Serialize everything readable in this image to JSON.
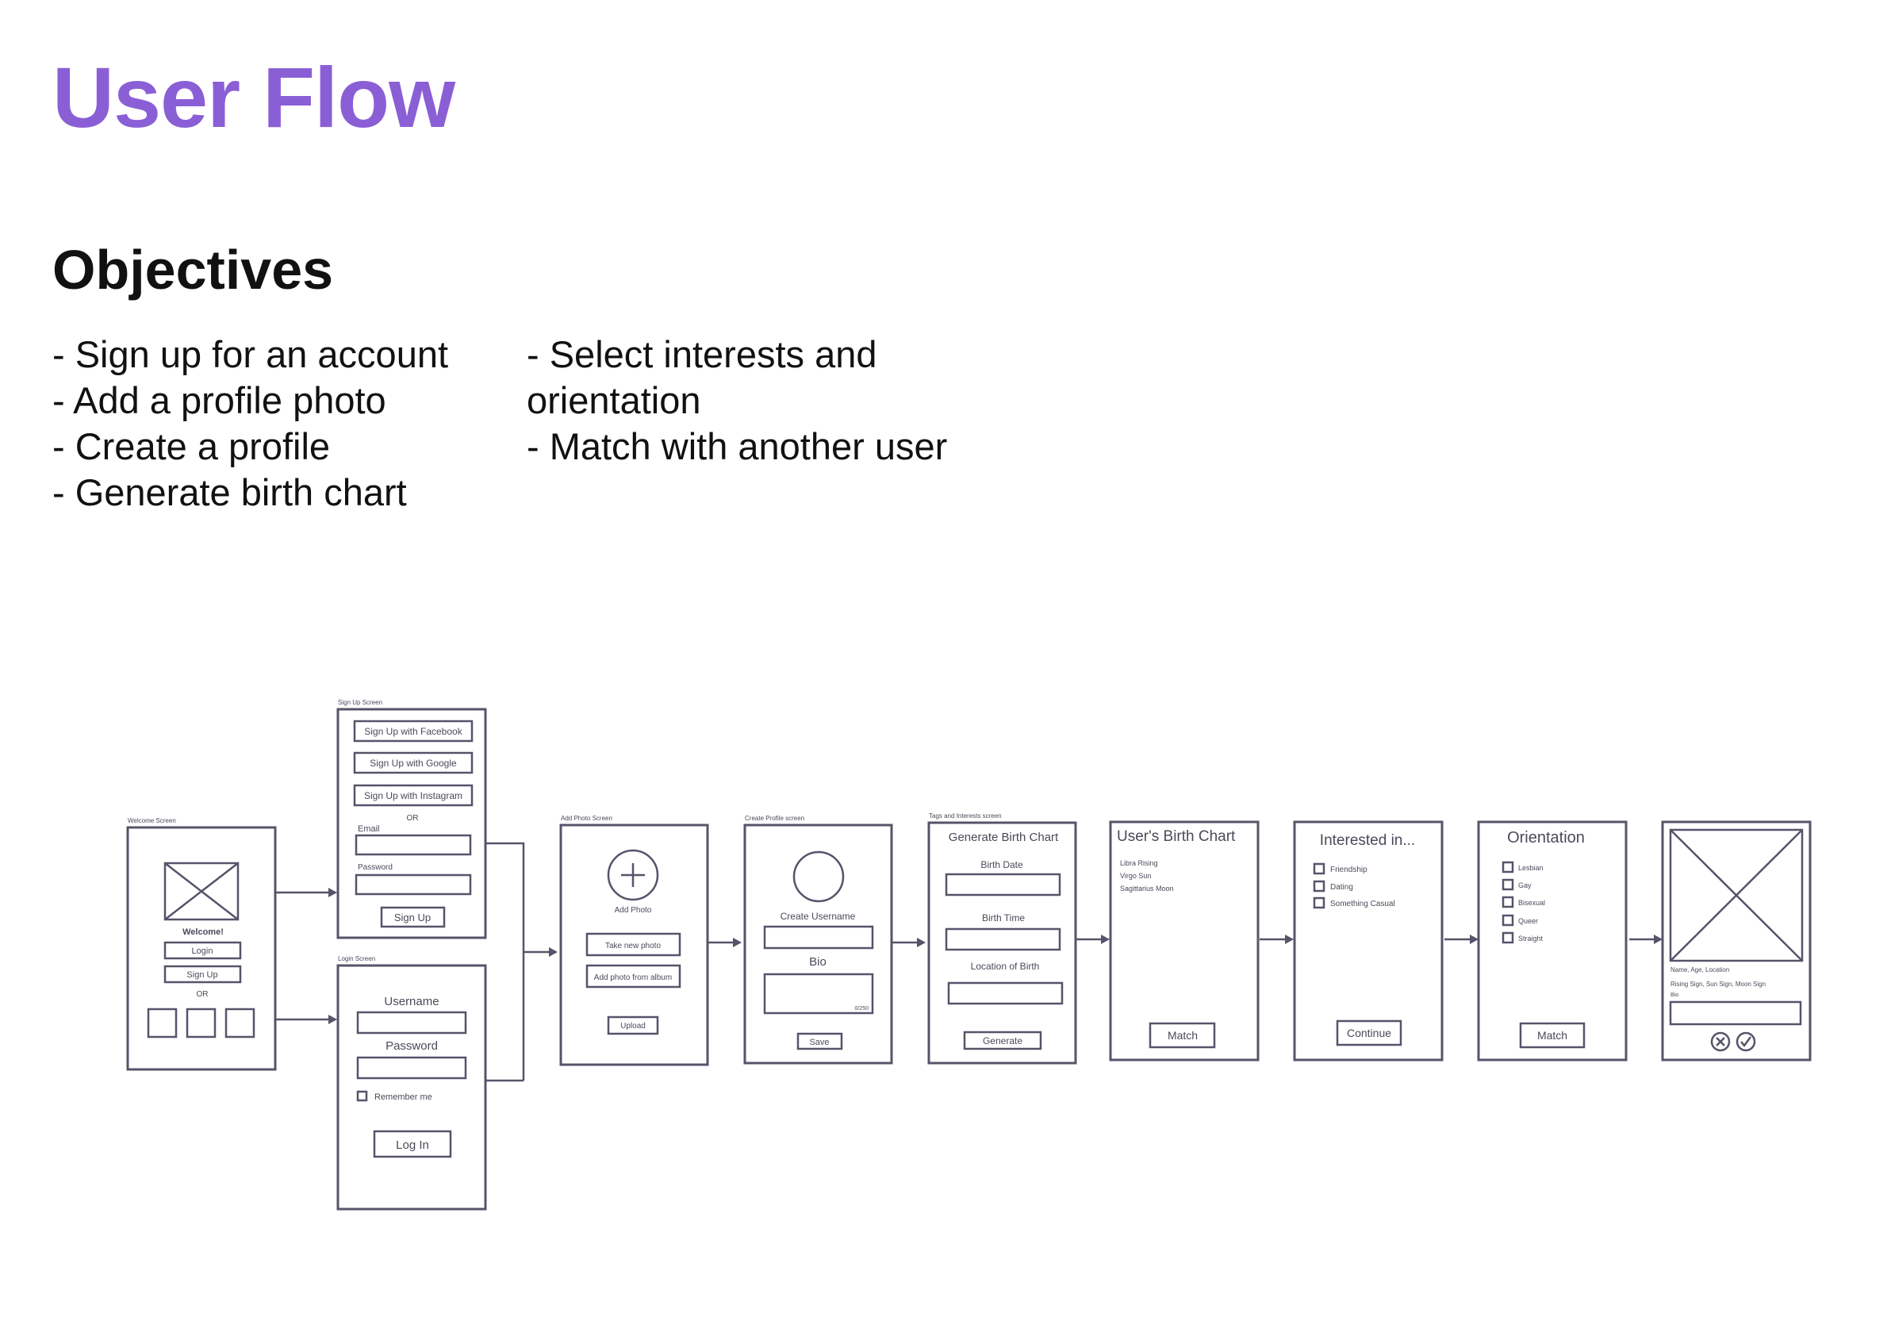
{
  "title": "User Flow",
  "objectives": {
    "heading": "Objectives",
    "left": [
      "- Sign up for an account",
      "- Add a profile photo",
      "- Create a profile",
      "- Generate birth chart"
    ],
    "right": [
      "- Select interests and",
      "orientation",
      "- Match with another user"
    ]
  },
  "flow": {
    "welcome": {
      "caption": "Welcome Screen",
      "heading": "Welcome!",
      "login": "Login",
      "signup": "Sign Up",
      "or": "OR"
    },
    "signup": {
      "caption": "Sign Up Screen",
      "facebook": "Sign Up with Facebook",
      "google": "Sign Up with Google",
      "instagram": "Sign Up with Instagram",
      "or": "OR",
      "email": "Email",
      "password": "Password",
      "button": "Sign Up"
    },
    "login": {
      "caption": "Login Screen",
      "username": "Username",
      "password": "Password",
      "remember": "Remember me",
      "button": "Log In"
    },
    "photo": {
      "caption": "Add Photo Screen",
      "label": "Add Photo",
      "take": "Take new photo",
      "album": "Add photo from album",
      "upload": "Upload"
    },
    "profile": {
      "caption": "Create Profile screen",
      "username": "Create Username",
      "bio": "Bio",
      "counter": "0/250",
      "save": "Save"
    },
    "chart": {
      "caption": "Tags and Interests screen",
      "title": "Generate Birth Chart",
      "date": "Birth Date",
      "time": "Birth Time",
      "location": "Location of Birth",
      "button": "Generate"
    },
    "result": {
      "title": "User's Birth Chart",
      "lines": [
        "Libra Rising",
        "Virgo Sun",
        "Sagittarius Moon"
      ],
      "button": "Match"
    },
    "interests": {
      "title": "Interested in...",
      "options": [
        "Friendship",
        "Dating",
        "Something Casual"
      ],
      "button": "Continue"
    },
    "orientation": {
      "title": "Orientation",
      "options": [
        "Lesbian",
        "Gay",
        "Bisexual",
        "Queer",
        "Straight"
      ],
      "button": "Match"
    },
    "match": {
      "line1": "Name, Age, Location",
      "line2": "Rising Sign, Sun Sign, Moon Sign",
      "line3": "Bio"
    }
  }
}
